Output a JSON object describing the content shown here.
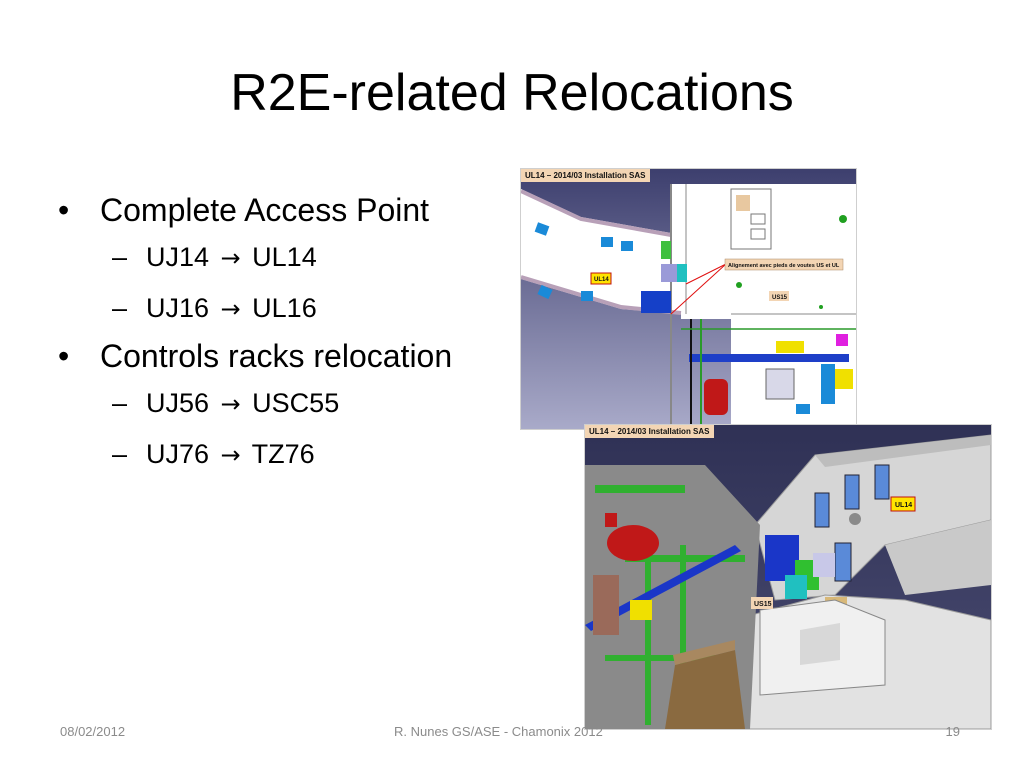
{
  "slide": {
    "title": "R2E-related Relocations",
    "bullets": [
      {
        "text": "Complete Access Point",
        "subs": [
          {
            "from": "UJ14",
            "to": "UL14"
          },
          {
            "from": "UJ16",
            "to": "UL16"
          }
        ]
      },
      {
        "text": "Controls racks relocation",
        "subs": [
          {
            "from": "UJ56",
            "to": "USC55"
          },
          {
            "from": "UJ76",
            "to": "TZ76"
          }
        ]
      }
    ],
    "bullet_glyph": "•",
    "dash_glyph": "–",
    "arrow_glyph": "→"
  },
  "images": {
    "plan": {
      "caption": "UL14 – 2014/03 Installation SAS",
      "note": "Alignement avec pieds de voutes US et UL",
      "label_ul": "UL14",
      "label_us": "US15"
    },
    "render3d": {
      "caption": "UL14 – 2014/03 Installation SAS",
      "label_ul": "UL14",
      "label_us": "US15"
    }
  },
  "footer": {
    "date": "08/02/2012",
    "center": "R. Nunes GS/ASE - Chamonix 2012",
    "page": "19"
  }
}
